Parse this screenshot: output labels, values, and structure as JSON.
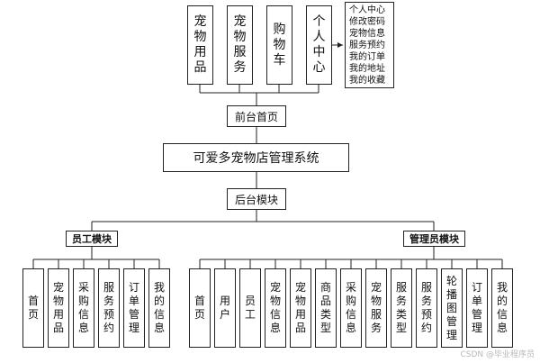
{
  "top_items": [
    "宠物用品",
    "宠物服务",
    "购物车",
    "个人中心"
  ],
  "personal_center_list": [
    "个人中心",
    "修改密码",
    "宠物信息",
    "服务预约",
    "我的订单",
    "我的地址",
    "我的收藏"
  ],
  "front_page": "前台首页",
  "system_title": "可爱多宠物店管理系统",
  "backend_module": "后台模块",
  "employee_module": {
    "title": "员工模块",
    "items": [
      "首页",
      "宠物用品",
      "采购信息",
      "服务预约",
      "订单管理",
      "我的信息"
    ]
  },
  "admin_module": {
    "title": "管理员模块",
    "items": [
      "首页",
      "用户",
      "员工",
      "宠物信息",
      "宠物用品",
      "商品类型",
      "采购信息",
      "宠物服务",
      "服务类型",
      "服务预约",
      "轮播图管理",
      "订单管理",
      "我的信息"
    ]
  },
  "watermark": "CSDN @毕业程序员"
}
